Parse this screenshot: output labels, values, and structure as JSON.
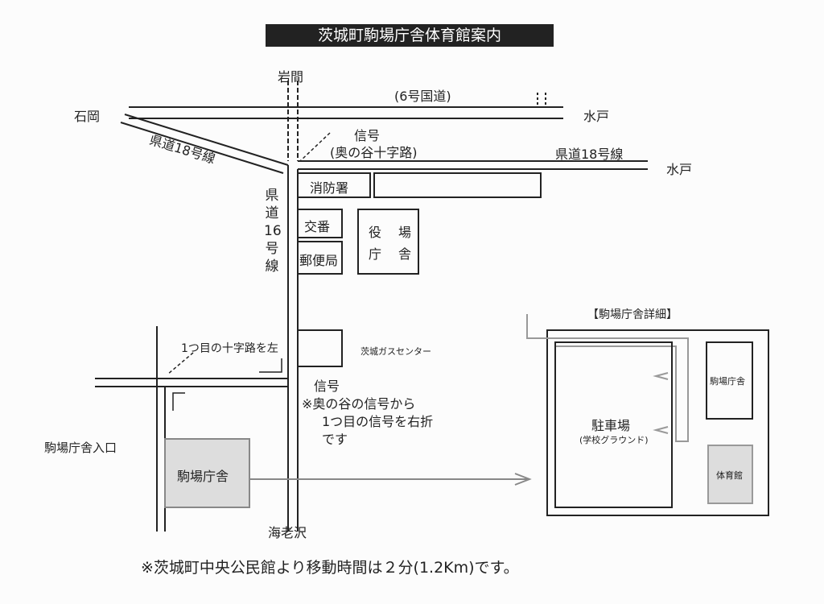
{
  "title": "茨城町駒場庁舎体育館案内",
  "places": {
    "iwama": "岩間",
    "route6": "(6号国道)",
    "ishioka": "石岡",
    "mito1": "水戸",
    "mito2": "水戸",
    "pref18_diag": "県道18号線",
    "pref18": "県道18号線",
    "signal": "信号",
    "signal_sub": "(奥の谷十字路)",
    "fire": "消防署",
    "koban": "交番",
    "post": "郵便局",
    "yakuba": [
      "役",
      "場",
      "庁",
      "舎"
    ],
    "pref16": [
      "県",
      "道",
      "16",
      "号",
      "線"
    ],
    "gas": "茨城ガスセンター",
    "turn_left": "1つ目の十字路を左",
    "signal2": "信号",
    "note": [
      "※奥の谷の信号から",
      "1つ目の信号を右折",
      "です"
    ],
    "entrance": "駒場庁舎入口",
    "komaba": "駒場庁舎",
    "ebisawa": "海老沢"
  },
  "detail": {
    "heading": "【駒場庁舎詳細】",
    "parking": "駐車場",
    "parking_sub": "(学校グラウンド)",
    "office": "駒場庁舎",
    "gym": "体育館"
  },
  "footer": "※茨城町中央公民館より移動時間は２分(1.2Km)です。"
}
